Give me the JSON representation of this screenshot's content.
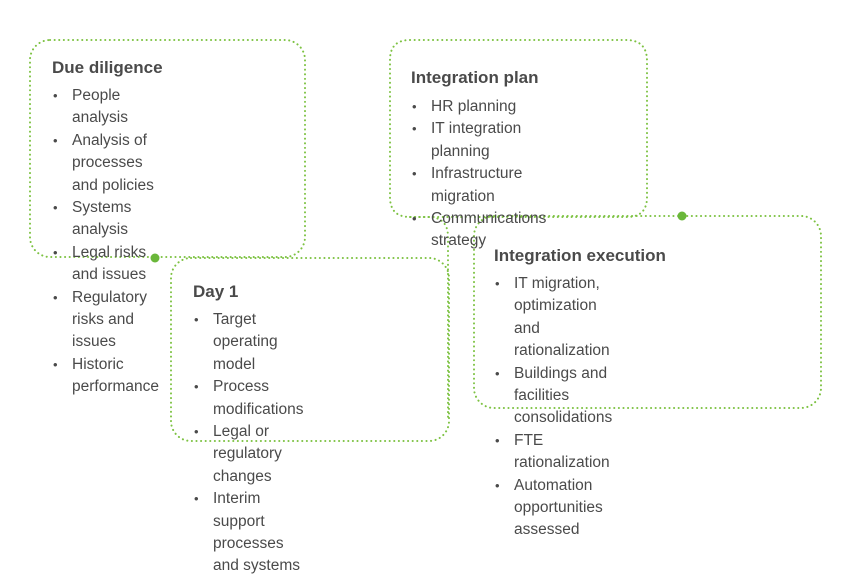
{
  "colors": {
    "dotted_border": "#7dc242",
    "connector_dot": "#6ab73a",
    "text": "#4a4a4a"
  },
  "stages": {
    "due_diligence": {
      "title": "Due diligence",
      "items": [
        "People analysis",
        "Analysis of processes\nand policies",
        "Systems analysis",
        "Legal risks and issues",
        "Regulatory risks and issues",
        "Historic performance"
      ]
    },
    "day1": {
      "title": "Day 1",
      "items": [
        "Target operating model",
        "Process modifications",
        "Legal or regulatory changes",
        "Interim support processes\nand systems"
      ]
    },
    "integration_plan": {
      "title": "Integration plan",
      "items": [
        "HR planning",
        "IT integration planning",
        "Infrastructure migration",
        "Communications strategy"
      ]
    },
    "integration_execution": {
      "title": "Integration execution",
      "items": [
        "IT migration, optimization\nand rationalization",
        "Buildings and facilities consolidations",
        "FTE rationalization",
        "Automation opportunities assessed"
      ]
    }
  }
}
